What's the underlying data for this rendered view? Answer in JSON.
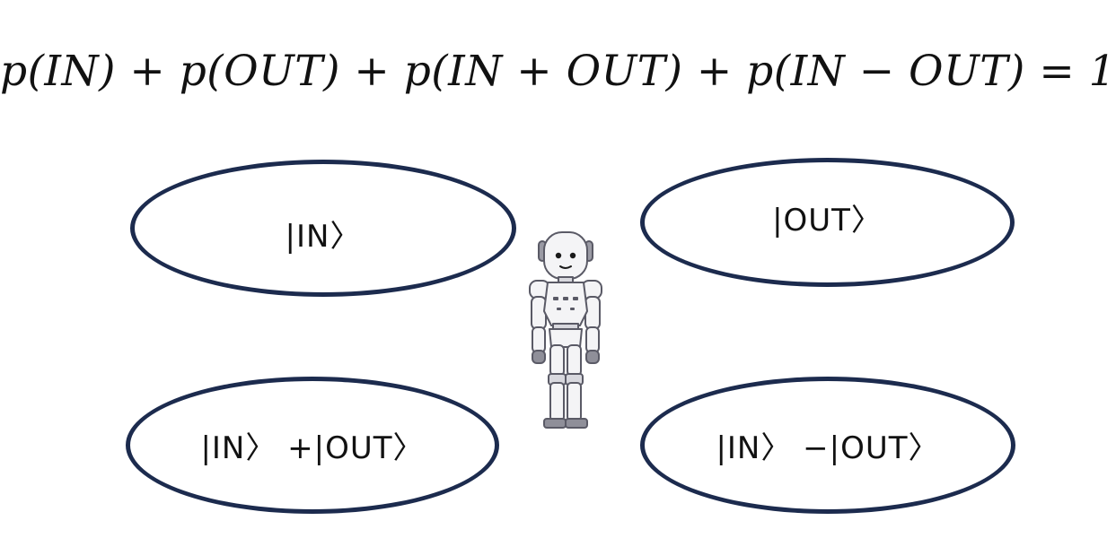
{
  "equation": "p(IN) + p(OUT) + p(IN + OUT) + p(IN − OUT) = 1",
  "states": {
    "in": "|IN〉",
    "out": "|OUT〉",
    "sum": "|IN〉 +|OUT〉",
    "diff": "|IN〉 −|OUT〉"
  },
  "colors": {
    "ellipse_stroke": "#1c2b4e",
    "robot_body": "#f4f4f6",
    "robot_outline": "#5a5a66"
  }
}
